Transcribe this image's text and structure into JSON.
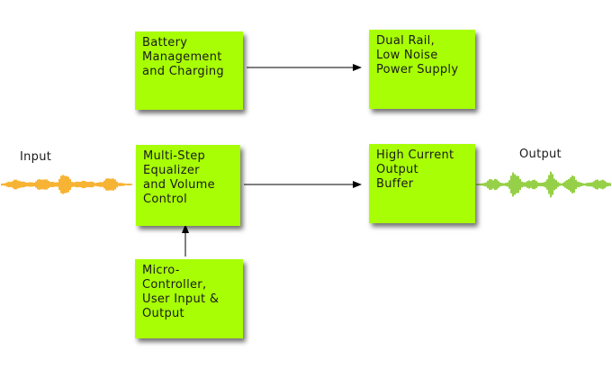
{
  "blocks": {
    "battery": "Battery\nManagement\nand Charging",
    "power_supply": "Dual Rail,\nLow Noise\nPower Supply",
    "equalizer": "Multi-Step\nEqualizer\nand Volume\nControl",
    "output_buffer": "High Current\nOutput\nBuffer",
    "microcontroller": "Micro-\nController,\nUser Input &\nOutput"
  },
  "labels": {
    "input": "Input",
    "output": "Output"
  },
  "colors": {
    "block_fill": "#a8ff05",
    "input_wave": "#f5a000",
    "output_wave": "#7cc41a",
    "arrow": "#000000"
  }
}
